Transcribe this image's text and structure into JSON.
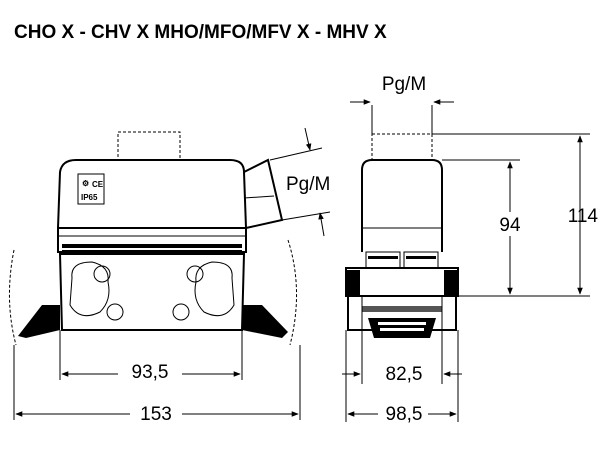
{
  "title": "CHO X - CHV X   MHO/MFO/MFV X - MHV X",
  "label_box": {
    "brand": "⚙",
    "mark": "CE",
    "ip": "IP65"
  },
  "dimensions": {
    "front_pg": "Pg/M",
    "side_pg": "Pg/M",
    "front_inner_width": "93,5",
    "front_total_width": "153",
    "side_inner_width": "82,5",
    "side_total_width": "98,5",
    "side_body_height": "94",
    "side_total_height": "114"
  }
}
